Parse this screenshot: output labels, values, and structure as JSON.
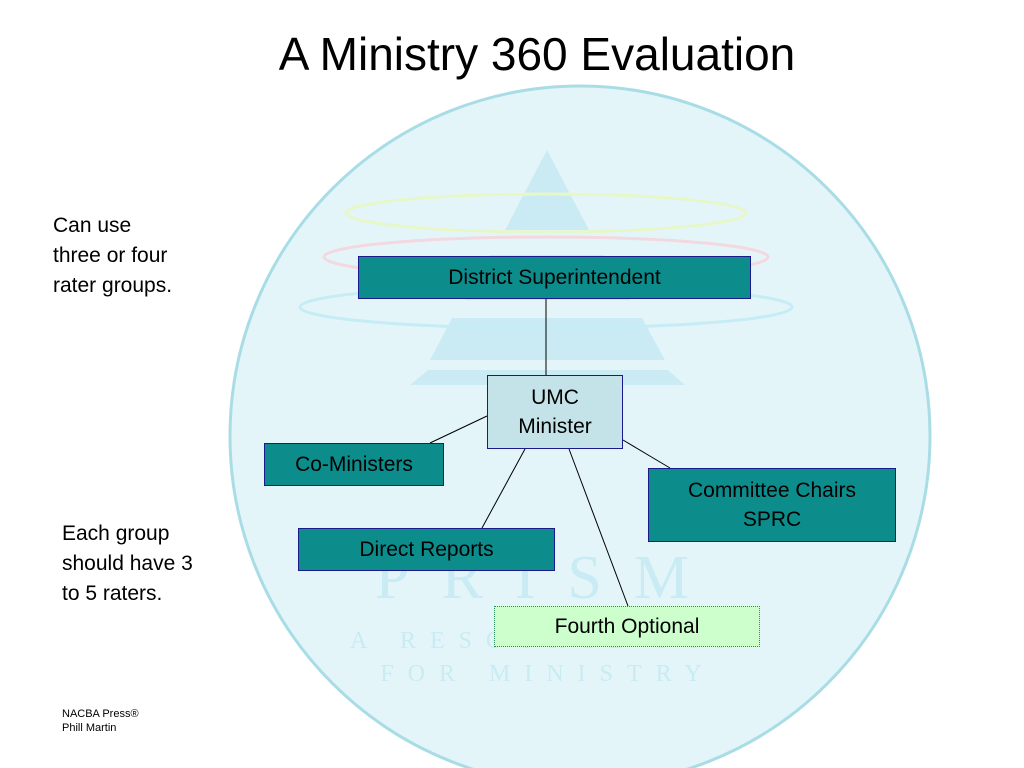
{
  "title": "A Ministry 360 Evaluation",
  "notes": {
    "top": "Can use\nthree or four\nrater groups.",
    "bottom": "Each group\nshould have 3\nto 5 raters."
  },
  "footer": {
    "line1": "NACBA Press®",
    "line2": "Phill Martin"
  },
  "watermark": {
    "brand": "PRISM",
    "tagline_line1": "A RESOURCE FOR",
    "tagline_line2": "FOR MINISTRY",
    "icon": "pyramid-with-rings-icon"
  },
  "colors": {
    "circle_fill": "#e4f5f9",
    "circle_stroke": "#a8dde6",
    "box_teal": "#0d8c8c",
    "box_border": "#1a1a8c",
    "box_pale": "#c4e3e8",
    "box_optional": "#ccffcc",
    "watermark": "#c8ebf4"
  },
  "diagram": {
    "root": "District Superintendent",
    "center": "UMC\nMinister",
    "groups": {
      "co_ministers": "Co-Ministers",
      "committee_chairs": "Committee Chairs\nSPRC",
      "direct_reports": "Direct Reports",
      "fourth_optional": "Fourth Optional"
    }
  }
}
